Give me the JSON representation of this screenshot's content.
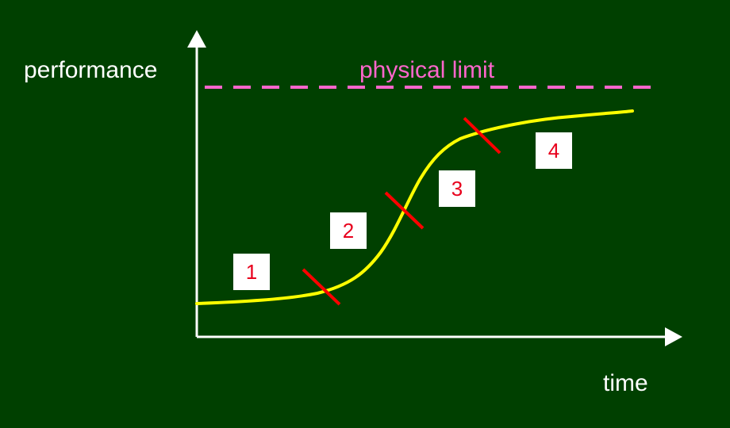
{
  "y_axis_label": "performance",
  "x_axis_label": "time",
  "limit_label": "physical limit",
  "stages": [
    "1",
    "2",
    "3",
    "4"
  ],
  "colors": {
    "background": "#004000",
    "axes": "#ffffff",
    "curve": "#ffff00",
    "limit_line": "#ff66cc",
    "stage_divider": "#ff0000",
    "stage_label_text": "#e8001c",
    "stage_label_box": "#ffffff"
  }
}
